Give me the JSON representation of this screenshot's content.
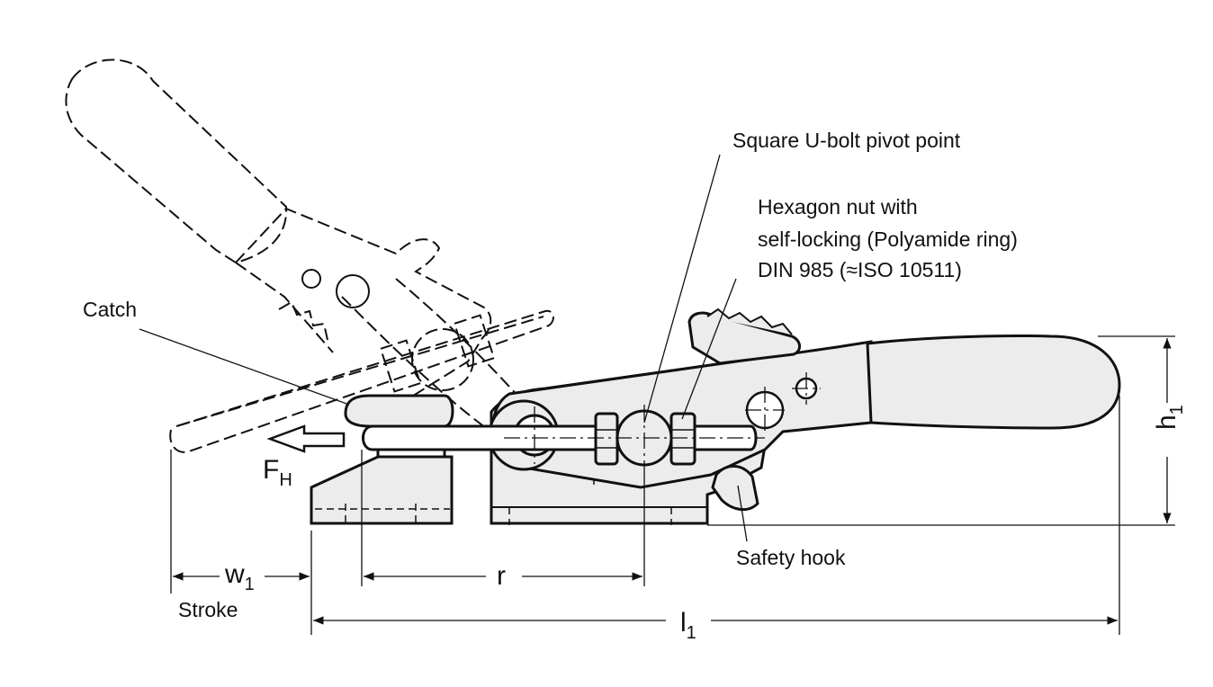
{
  "labels": {
    "pivot": "Square U-bolt pivot point",
    "nut_line1": "Hexagon nut with",
    "nut_line2": "self-locking (Polyamide ring)",
    "nut_line3": "DIN 985 (≈ISO 10511)",
    "catch": "Catch",
    "safety_hook": "Safety hook",
    "stroke": "Stroke"
  },
  "dimensions": {
    "force": "F",
    "force_sub": "H",
    "w": "w",
    "w_sub": "1",
    "r": "r",
    "l": "l",
    "l_sub": "1",
    "h": "h",
    "h_sub": "1"
  },
  "colors": {
    "line": "#111111",
    "fill": "#ececec",
    "background": "#ffffff"
  }
}
